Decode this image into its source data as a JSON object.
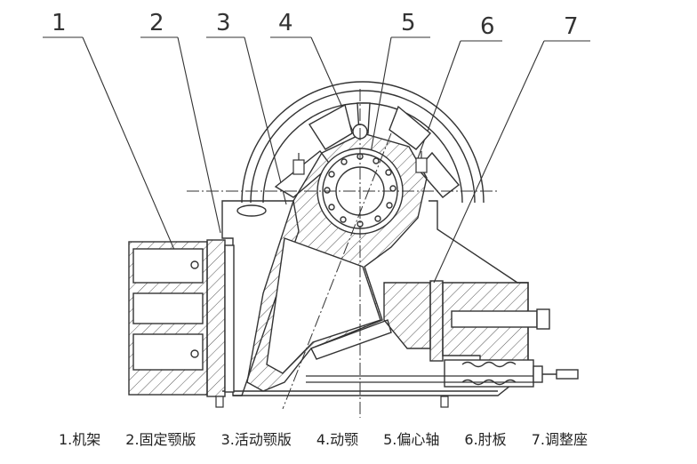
{
  "callouts": [
    "1",
    "2",
    "3",
    "4",
    "5",
    "6",
    "7"
  ],
  "legend": [
    "1.机架",
    "2.固定颚版",
    "3.活动颚版",
    "4.动颚",
    "5.偏心轴",
    "6.肘板",
    "7.调整座"
  ]
}
